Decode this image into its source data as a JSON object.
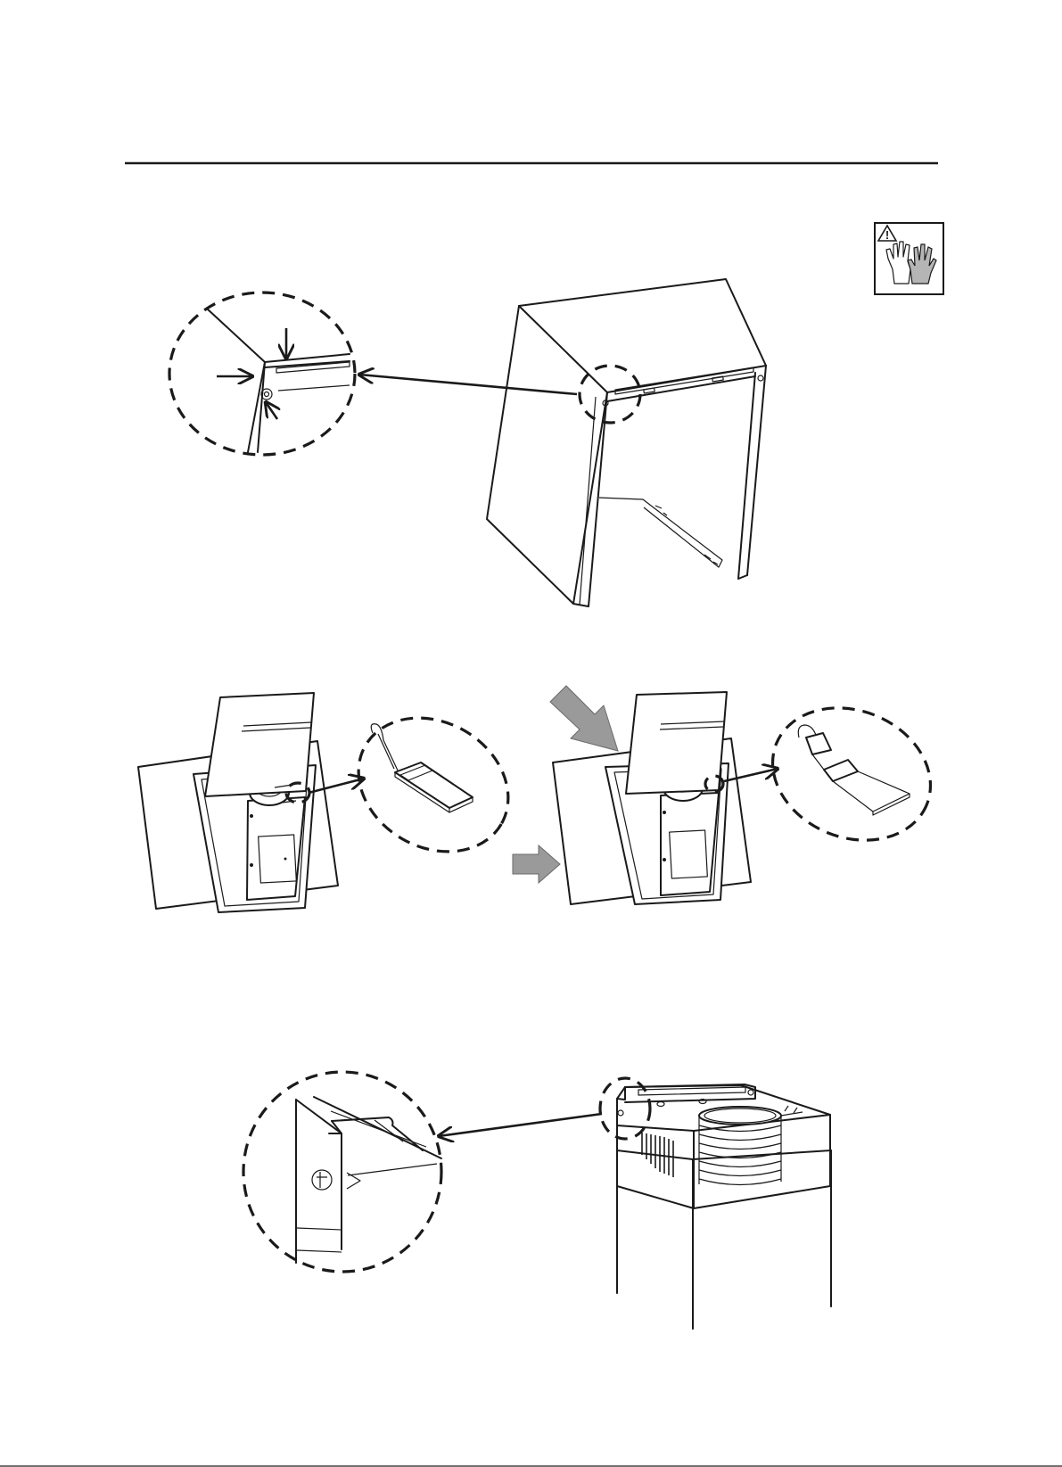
{
  "page": {
    "header_rule": true,
    "accent_color": "#9a9a9a",
    "line_color": "#1a1a1a"
  },
  "icons": {
    "warning_gloves": "gloves-warning-icon"
  },
  "figures": [
    {
      "id": "step-1",
      "subject": "chimney-bracket-screw-detail"
    },
    {
      "id": "step-2",
      "subject": "hood-cable-connector-before-after"
    },
    {
      "id": "step-3",
      "subject": "chimney-top-screw-detail"
    }
  ]
}
